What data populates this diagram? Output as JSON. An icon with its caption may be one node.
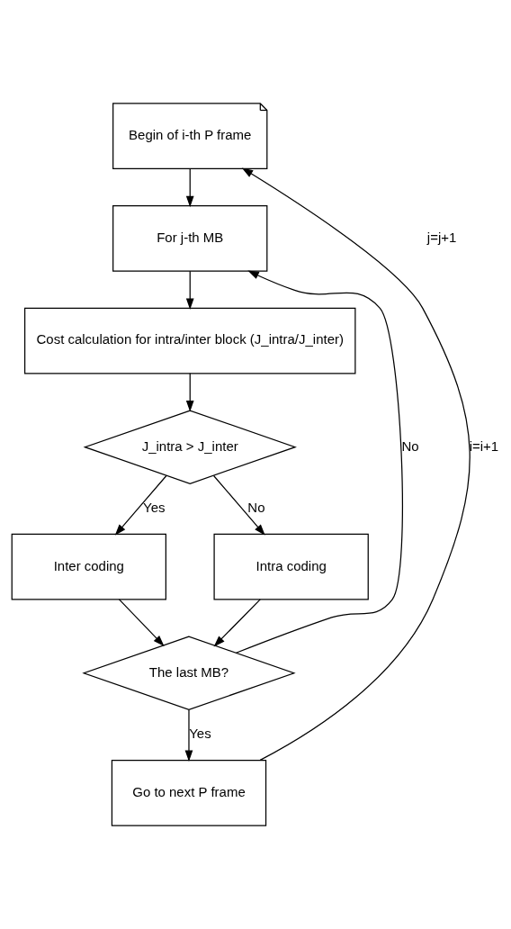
{
  "diagram": {
    "nodes": [
      {
        "text": [
          "Begin of i-th P frame"
        ]
      },
      {
        "text": [
          "For j-th MB"
        ]
      },
      {
        "text": [
          "Cost calculation for intra/inter block (J_intra/J_inter)"
        ]
      },
      {
        "text": [
          "J_intra > J_inter"
        ]
      },
      {
        "text": [
          "Inter coding"
        ]
      },
      {
        "text": [
          "Intra coding"
        ]
      },
      {
        "text": [
          "The last MB?"
        ]
      },
      {
        "text": [
          "Go to next P frame"
        ]
      }
    ],
    "edges": [
      {
        "from": 0,
        "to": 1,
        "arrow": "to"
      },
      {
        "from": 1,
        "to": 2,
        "arrow": "to"
      },
      {
        "from": 2,
        "to": 3,
        "arrow": "to"
      },
      {
        "from": 3,
        "to": 4,
        "arrow": "to",
        "label": "Yes"
      },
      {
        "from": 3,
        "to": 5,
        "arrow": "to",
        "label": "No"
      },
      {
        "from": 4,
        "to": 6,
        "arrow": "to"
      },
      {
        "from": 5,
        "to": 6,
        "arrow": "to"
      },
      {
        "from": 6,
        "to": 7,
        "arrow": "to",
        "label": "Yes"
      },
      {
        "from": 6,
        "to": 1,
        "arrow": "to",
        "label": "No"
      },
      {
        "from": 7,
        "to": 0,
        "arrow": "to",
        "label": "i=i+1"
      }
    ],
    "labels": [
      "j=j+1"
    ]
  }
}
